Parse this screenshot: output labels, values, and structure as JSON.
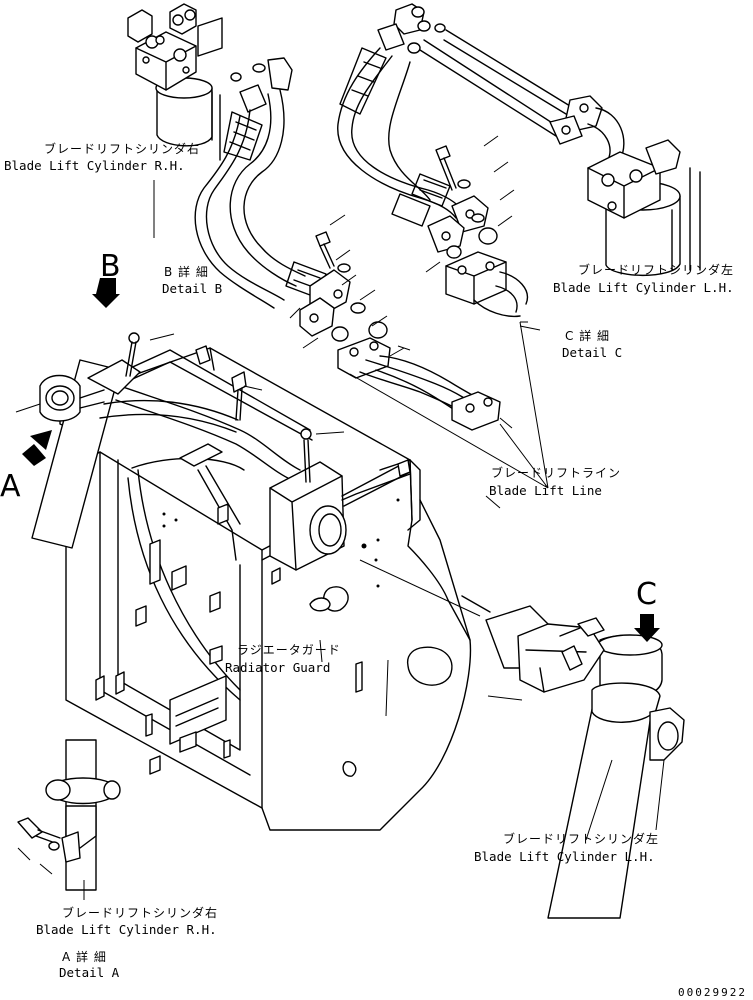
{
  "labels": {
    "lift_rh_top_jp": "ブレードリフトシリンダ右",
    "lift_rh_top_en": "Blade Lift Cylinder R.H.",
    "detail_b_jp": "B 詳 細",
    "detail_b_en": "Detail B",
    "lift_lh_top_jp": "ブレードリフトシリンダ左",
    "lift_lh_top_en": "Blade Lift Cylinder L.H.",
    "detail_c_jp": "C 詳 細",
    "detail_c_en": "Detail C",
    "line_jp": "ブレードリフトライン",
    "line_en": "Blade Lift Line",
    "guard_jp": "ラジエータガード",
    "guard_en": "Radiator Guard",
    "lift_lh_bottom_jp": "ブレードリフトシリンダ左",
    "lift_lh_bottom_en": "Blade Lift Cylinder L.H.",
    "lift_rh_bottom_jp": "ブレードリフトシリンダ右",
    "lift_rh_bottom_en": "Blade Lift Cylinder R.H.",
    "detail_a_jp": "A 詳 細",
    "detail_a_en": "Detail A",
    "view_a": "A",
    "view_b": "B",
    "view_c": "C"
  },
  "drawing_number": "00029922"
}
